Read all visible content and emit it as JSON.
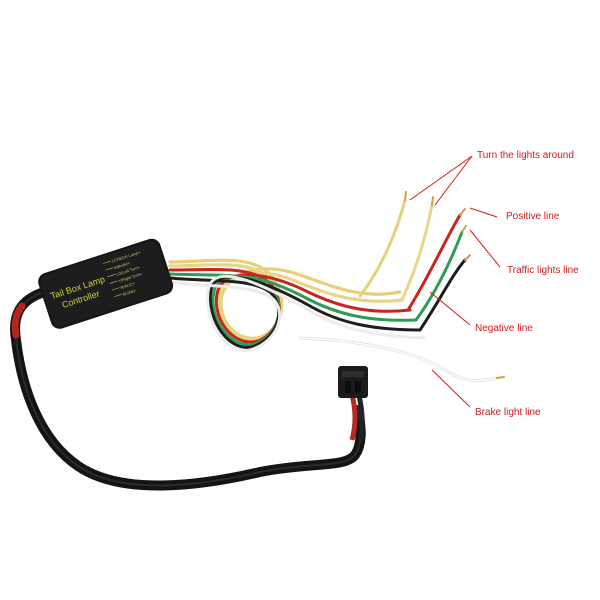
{
  "controller": {
    "title_line1": "Tail Box Lamp",
    "title_line2": "Controller",
    "pins": [
      "LCHECK Lamp+",
      "B/Brake+",
      "LG/Left Turn+",
      "Y/Right Turn+",
      "R/ACC+",
      "B/GND-"
    ]
  },
  "labels": {
    "turn": "Turn the lights around",
    "positive": "Positive line",
    "traffic": "Traffic lights line",
    "negative": "Negative line",
    "brake": "Brake light line"
  },
  "colors": {
    "label_red": "#d01c1c",
    "wire_yellow": "#e8d27a",
    "wire_red": "#c8261c",
    "wire_green": "#2f9b55",
    "wire_black": "#1e1e1e",
    "wire_white": "#f2f2f2",
    "cable_black": "#161616"
  }
}
